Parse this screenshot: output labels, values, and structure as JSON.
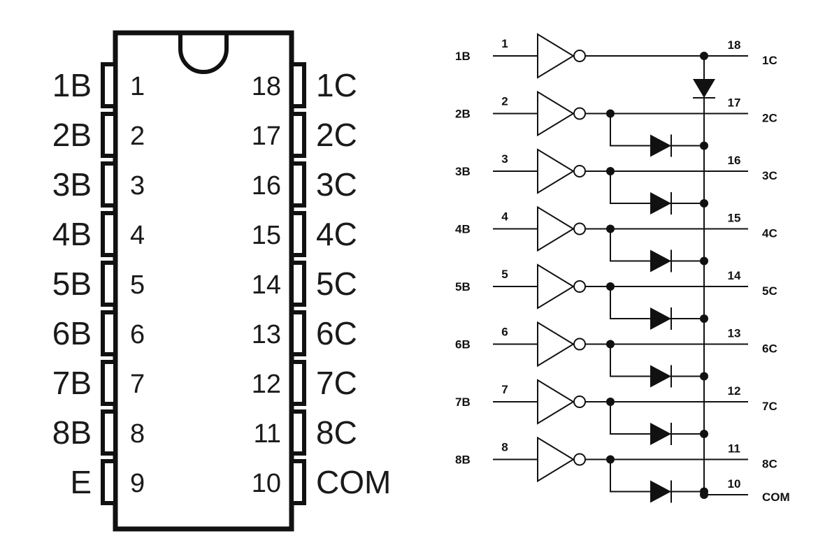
{
  "package": {
    "left_pins": [
      {
        "name": "1B",
        "number": "1"
      },
      {
        "name": "2B",
        "number": "2"
      },
      {
        "name": "3B",
        "number": "3"
      },
      {
        "name": "4B",
        "number": "4"
      },
      {
        "name": "5B",
        "number": "5"
      },
      {
        "name": "6B",
        "number": "6"
      },
      {
        "name": "7B",
        "number": "7"
      },
      {
        "name": "8B",
        "number": "8"
      },
      {
        "name": "E",
        "number": "9"
      }
    ],
    "right_pins": [
      {
        "name": "1C",
        "number": "18"
      },
      {
        "name": "2C",
        "number": "17"
      },
      {
        "name": "3C",
        "number": "16"
      },
      {
        "name": "4C",
        "number": "15"
      },
      {
        "name": "5C",
        "number": "14"
      },
      {
        "name": "6C",
        "number": "13"
      },
      {
        "name": "7C",
        "number": "12"
      },
      {
        "name": "8C",
        "number": "11"
      },
      {
        "name": "COM",
        "number": "10"
      }
    ]
  },
  "schematic": {
    "channels": [
      {
        "input": "1B",
        "in_pin": "1",
        "output": "1C",
        "out_pin": "18"
      },
      {
        "input": "2B",
        "in_pin": "2",
        "output": "2C",
        "out_pin": "17"
      },
      {
        "input": "3B",
        "in_pin": "3",
        "output": "3C",
        "out_pin": "16"
      },
      {
        "input": "4B",
        "in_pin": "4",
        "output": "4C",
        "out_pin": "15"
      },
      {
        "input": "5B",
        "in_pin": "5",
        "output": "5C",
        "out_pin": "14"
      },
      {
        "input": "6B",
        "in_pin": "6",
        "output": "6C",
        "out_pin": "13"
      },
      {
        "input": "7B",
        "in_pin": "7",
        "output": "7C",
        "out_pin": "12"
      },
      {
        "input": "8B",
        "in_pin": "8",
        "output": "8C",
        "out_pin": "11"
      }
    ],
    "common": {
      "label": "COM",
      "pin": "10"
    }
  }
}
